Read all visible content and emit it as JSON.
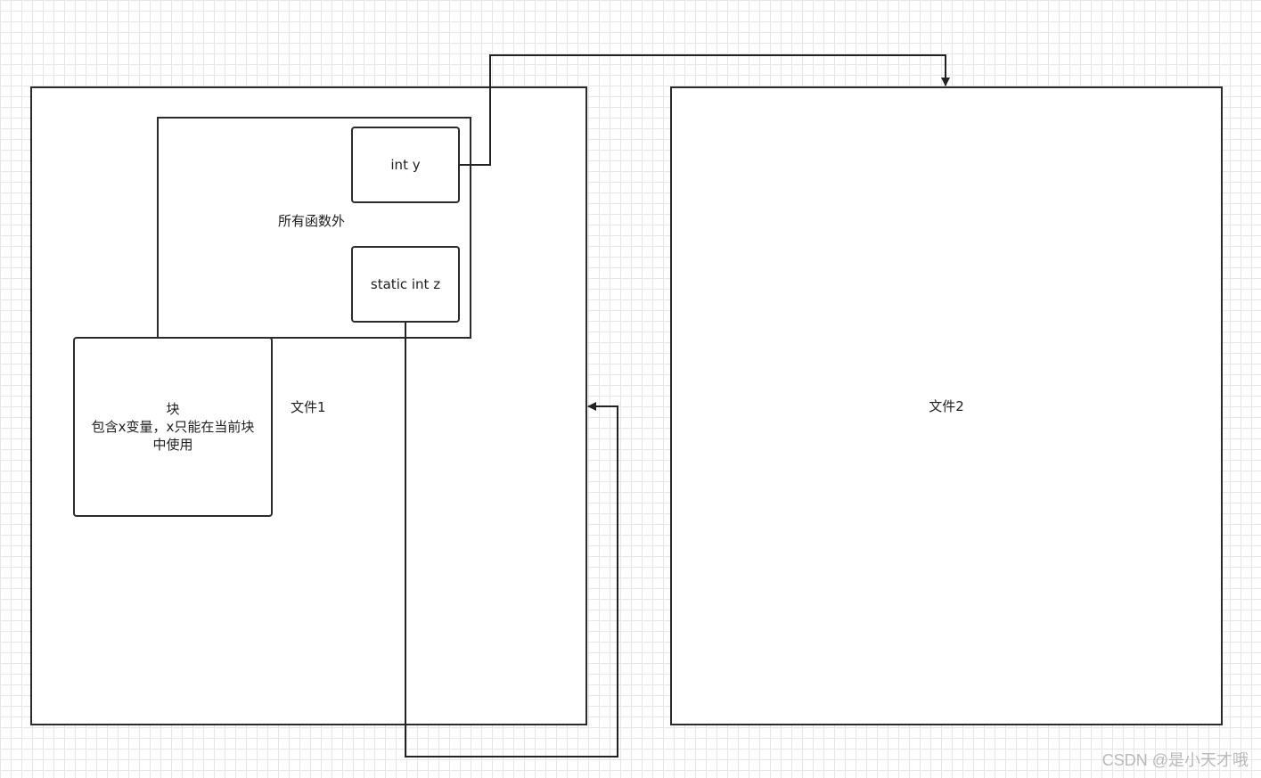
{
  "diagram": {
    "file1": {
      "label": "文件1"
    },
    "file2": {
      "label": "文件2"
    },
    "outside_functions": {
      "label": "所有函数外"
    },
    "int_y": {
      "label": "int y"
    },
    "static_int_z": {
      "label": "static int z"
    },
    "block": {
      "line1": "块",
      "line2": "包含x变量，x只能在当前块",
      "line3": "中使用"
    }
  },
  "watermark": "CSDN @是小天才哦"
}
